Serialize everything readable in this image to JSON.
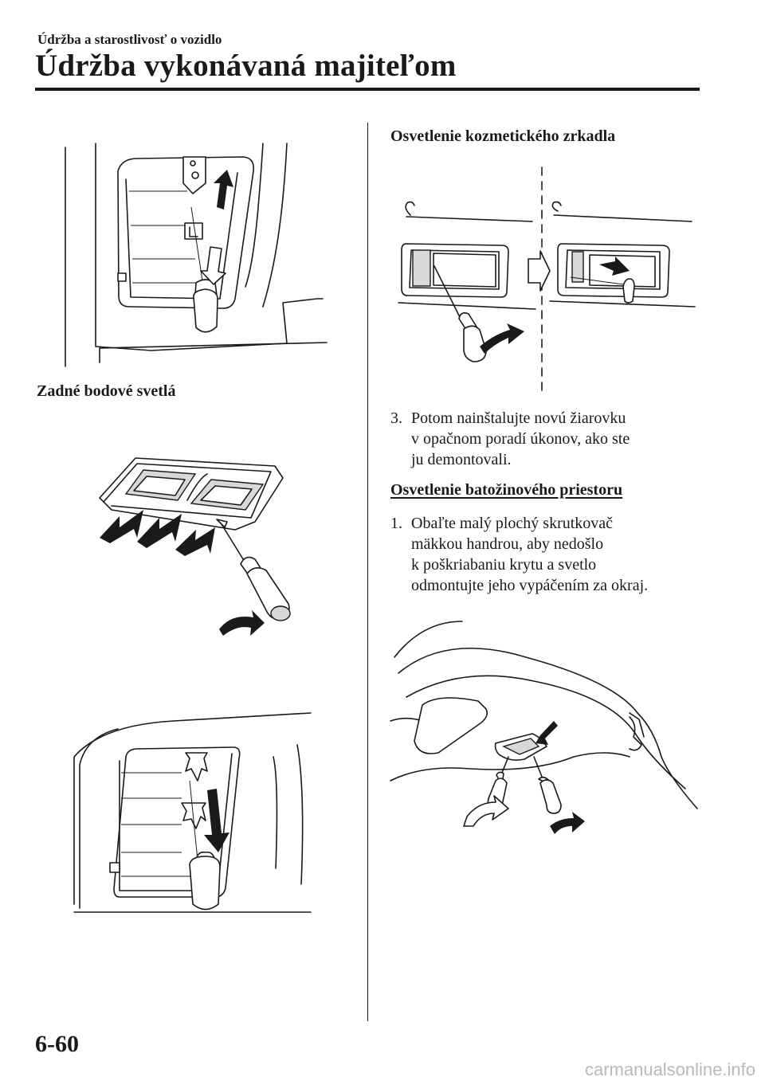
{
  "header": {
    "section": "Údržba a starostlivosť o vozidlo",
    "title": "Údržba vykonávaná majiteľom"
  },
  "left_column": {
    "rear_spot_heading": "Zadné bodové svetlá"
  },
  "right_column": {
    "vanity_heading": "Osvetlenie kozmetického zrkadla",
    "step3": {
      "number": "3.",
      "lines": [
        "Potom nainštalujte novú žiarovku",
        "v opačnom poradí úkonov, ako ste",
        "ju demontovali."
      ]
    },
    "luggage_heading": "Osvetlenie batožinového priestoru",
    "step1": {
      "number": "1.",
      "lines": [
        "Obaľte malý plochý skrutkovač",
        "mäkkou handrou, aby nedošlo",
        "k poškriabaniu krytu a svetlo",
        "odmontujte jeho vypáčením za okraj."
      ]
    }
  },
  "footer": {
    "page_number": "6-60",
    "watermark": "carmanualsonline.info"
  }
}
